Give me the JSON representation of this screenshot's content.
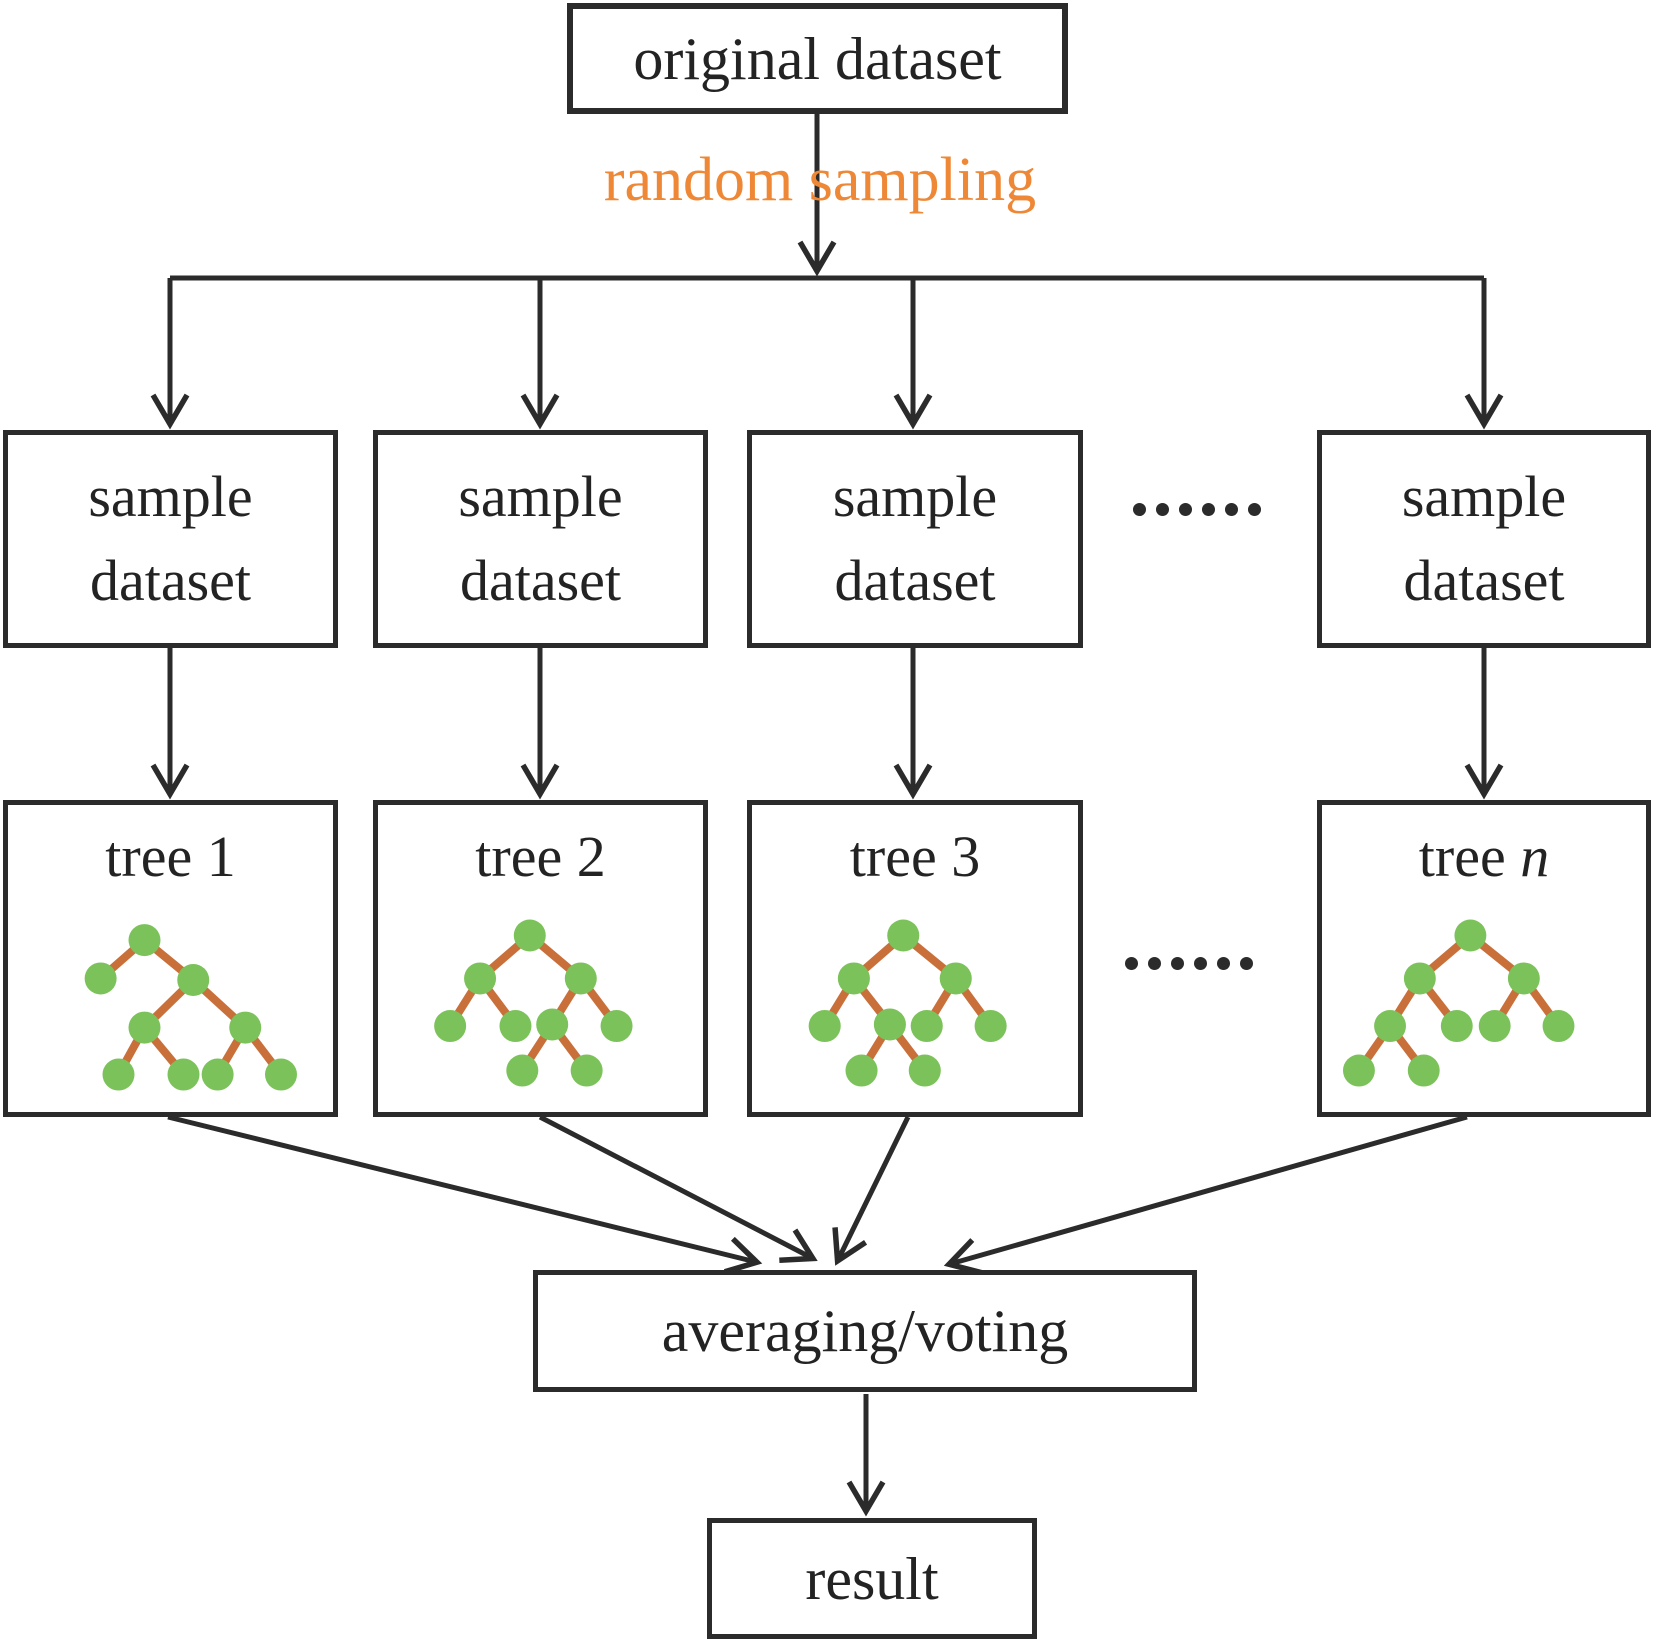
{
  "diagram": {
    "nodes": {
      "original": "original dataset",
      "sampling": "random sampling",
      "sample_line1": "sample",
      "sample_line2": "dataset",
      "trees": [
        {
          "prefix": "tree",
          "suffix": "1"
        },
        {
          "prefix": "tree",
          "suffix": "2"
        },
        {
          "prefix": "tree",
          "suffix": "3"
        },
        {
          "prefix": "tree",
          "suffix": "n"
        }
      ],
      "ellipsis": "……",
      "aggregate": "averaging/voting",
      "result": "result"
    },
    "colors": {
      "node_green": "#7cc25b",
      "branch_orange": "#c96f3a",
      "sampling_orange": "#ee8836",
      "line_dark": "#2b2b2b"
    },
    "tree_graphs": [
      {
        "nodes": [
          [
            0.42,
            0.44
          ],
          [
            0.285,
            0.565
          ],
          [
            0.57,
            0.57
          ],
          [
            0.42,
            0.725
          ],
          [
            0.73,
            0.725
          ],
          [
            0.34,
            0.878
          ],
          [
            0.54,
            0.878
          ],
          [
            0.645,
            0.878
          ],
          [
            0.84,
            0.878
          ]
        ],
        "edges": [
          [
            0,
            1
          ],
          [
            0,
            2
          ],
          [
            2,
            3
          ],
          [
            2,
            4
          ],
          [
            3,
            5
          ],
          [
            3,
            6
          ],
          [
            4,
            7
          ],
          [
            4,
            8
          ]
        ]
      },
      {
        "nodes": [
          [
            0.467,
            0.425
          ],
          [
            0.314,
            0.565
          ],
          [
            0.624,
            0.565
          ],
          [
            0.222,
            0.72
          ],
          [
            0.423,
            0.72
          ],
          [
            0.536,
            0.715
          ],
          [
            0.734,
            0.72
          ],
          [
            0.444,
            0.865
          ],
          [
            0.642,
            0.865
          ]
        ],
        "edges": [
          [
            0,
            1
          ],
          [
            0,
            2
          ],
          [
            1,
            3
          ],
          [
            1,
            4
          ],
          [
            2,
            5
          ],
          [
            2,
            6
          ],
          [
            5,
            7
          ],
          [
            5,
            8
          ]
        ]
      },
      {
        "nodes": [
          [
            0.464,
            0.425
          ],
          [
            0.3125,
            0.565
          ],
          [
            0.625,
            0.565
          ],
          [
            0.223,
            0.72
          ],
          [
            0.423,
            0.715
          ],
          [
            0.536,
            0.72
          ],
          [
            0.732,
            0.72
          ],
          [
            0.336,
            0.865
          ],
          [
            0.53,
            0.865
          ]
        ],
        "edges": [
          [
            0,
            1
          ],
          [
            0,
            2
          ],
          [
            1,
            3
          ],
          [
            1,
            4
          ],
          [
            2,
            5
          ],
          [
            2,
            6
          ],
          [
            4,
            7
          ],
          [
            4,
            8
          ]
        ]
      },
      {
        "nodes": [
          [
            0.458,
            0.425
          ],
          [
            0.302,
            0.565
          ],
          [
            0.623,
            0.565
          ],
          [
            0.21,
            0.72
          ],
          [
            0.416,
            0.72
          ],
          [
            0.533,
            0.72
          ],
          [
            0.73,
            0.72
          ],
          [
            0.114,
            0.865
          ],
          [
            0.314,
            0.865
          ]
        ],
        "edges": [
          [
            0,
            1
          ],
          [
            0,
            2
          ],
          [
            1,
            3
          ],
          [
            1,
            4
          ],
          [
            2,
            5
          ],
          [
            2,
            6
          ],
          [
            3,
            7
          ],
          [
            3,
            8
          ]
        ]
      }
    ]
  }
}
